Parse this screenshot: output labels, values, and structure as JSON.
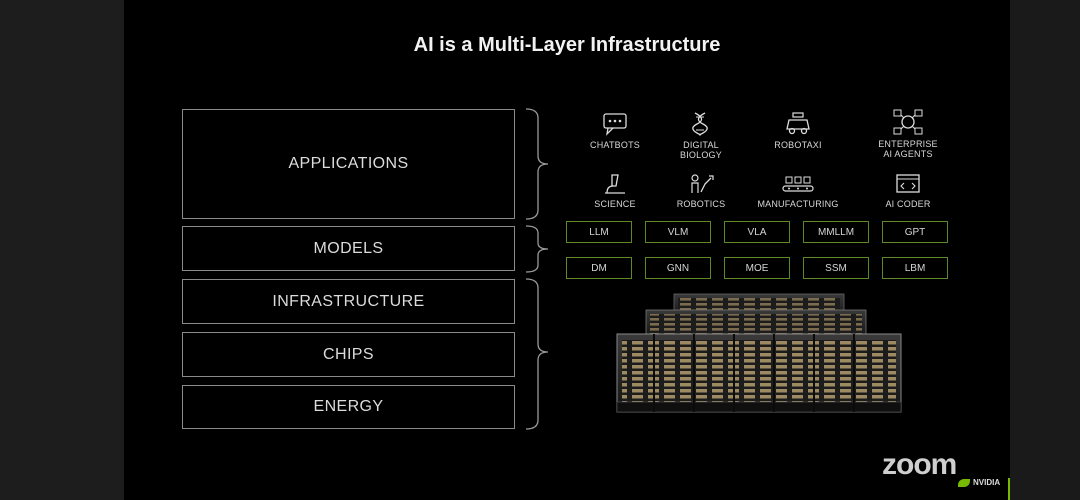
{
  "slide": {
    "title": "AI is a Multi-Layer Infrastructure",
    "layers": [
      "APPLICATIONS",
      "MODELS",
      "INFRASTRUCTURE",
      "CHIPS",
      "ENERGY"
    ],
    "applications": [
      {
        "label": "CHATBOTS",
        "icon": "chat-bubble-icon"
      },
      {
        "label": "DIGITAL\nBIOLOGY",
        "icon": "dna-icon"
      },
      {
        "label": "ROBOTAXI",
        "icon": "car-icon"
      },
      {
        "label": "ENTERPRISE\nAI AGENTS",
        "icon": "network-nodes-icon"
      },
      {
        "label": "SCIENCE",
        "icon": "microscope-icon"
      },
      {
        "label": "ROBOTICS",
        "icon": "robot-arm-icon"
      },
      {
        "label": "MANUFACTURING",
        "icon": "conveyor-icon"
      },
      {
        "label": "AI CODER",
        "icon": "code-window-icon"
      }
    ],
    "models_row1": [
      "LLM",
      "VLM",
      "VLA",
      "MMLLM",
      "GPT"
    ],
    "models_row2": [
      "DM",
      "GNN",
      "MOE",
      "SSM",
      "LBM"
    ],
    "accent_color": "#76b900"
  },
  "overlay": {
    "zoom_logo": "zoom",
    "nvidia_logo": "NVIDIA"
  }
}
